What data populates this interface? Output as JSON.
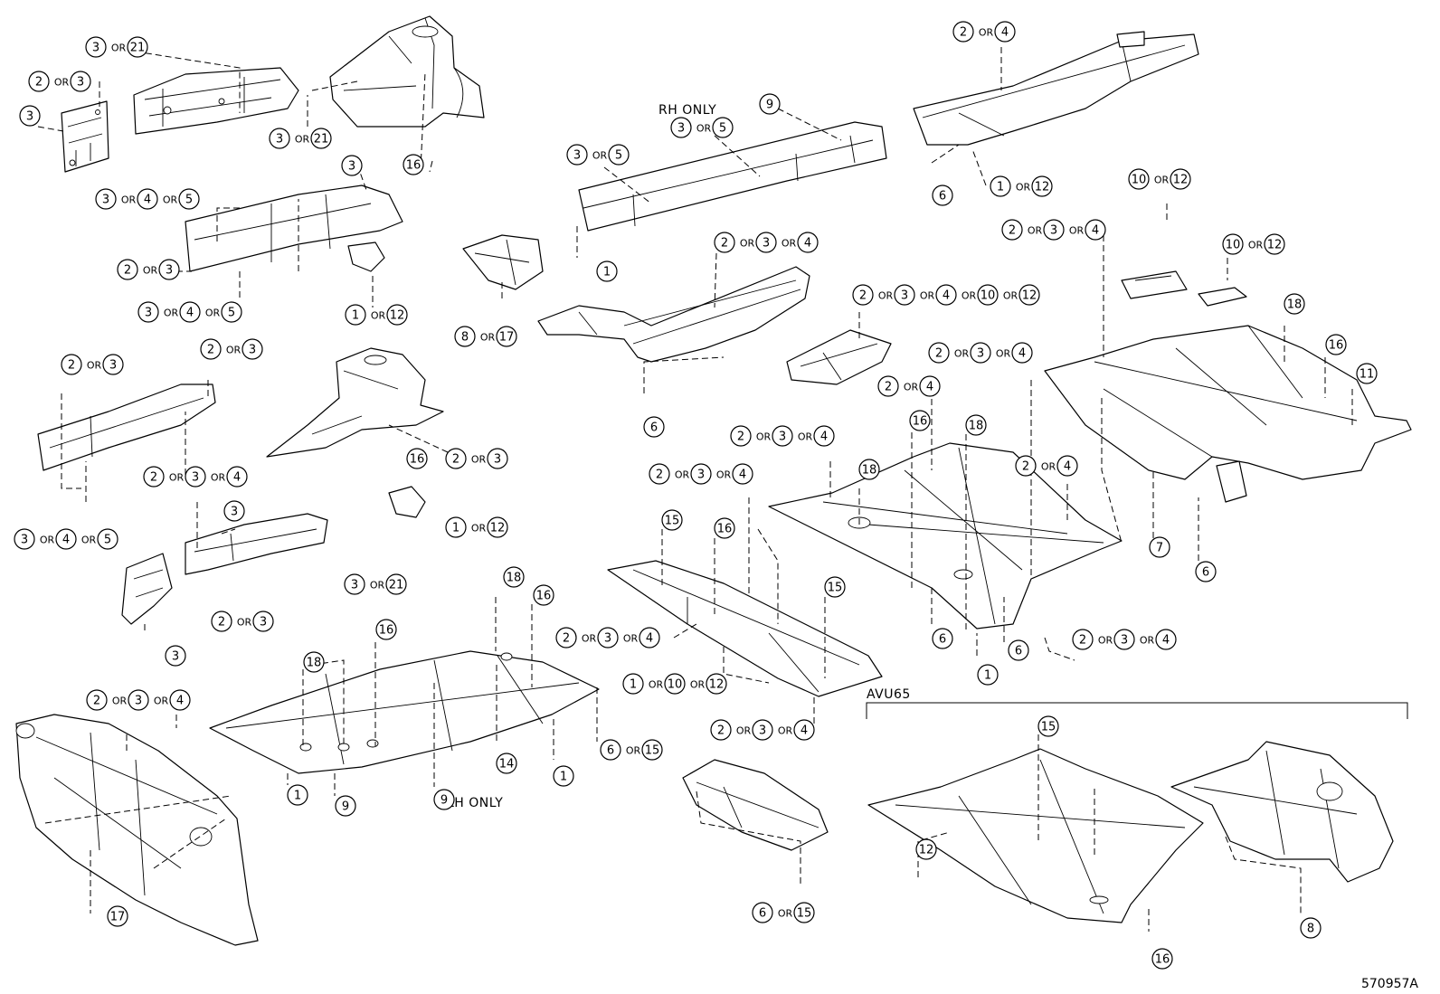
{
  "diagram_id": "570957A",
  "notes": {
    "rh_only": "RH ONLY",
    "lh_only": "LH ONLY",
    "group_model": "AVU65"
  },
  "connector": "OR",
  "callouts": [
    {
      "parts": [
        "3",
        "21"
      ]
    },
    {
      "parts": [
        "2",
        "3"
      ]
    },
    {
      "parts": [
        "3"
      ]
    },
    {
      "parts": [
        "3",
        "21"
      ]
    },
    {
      "parts": [
        "16"
      ]
    },
    {
      "parts": [
        "3"
      ]
    },
    {
      "parts": [
        "3",
        "4",
        "5"
      ]
    },
    {
      "parts": [
        "2",
        "3"
      ]
    },
    {
      "parts": [
        "3",
        "4",
        "5"
      ]
    },
    {
      "parts": [
        "1",
        "12"
      ]
    },
    {
      "parts": [
        "2",
        "4"
      ]
    },
    {
      "parts": [
        "9"
      ]
    },
    {
      "parts": [
        "3",
        "5"
      ]
    },
    {
      "parts": [
        "3",
        "5"
      ]
    },
    {
      "parts": [
        "6"
      ]
    },
    {
      "parts": [
        "1",
        "12"
      ]
    },
    {
      "parts": [
        "10",
        "12"
      ]
    },
    {
      "parts": [
        "2",
        "3",
        "4"
      ]
    },
    {
      "parts": [
        "10",
        "12"
      ]
    },
    {
      "parts": [
        "1"
      ]
    },
    {
      "parts": [
        "2",
        "3",
        "4"
      ]
    },
    {
      "parts": [
        "8",
        "17"
      ]
    },
    {
      "parts": [
        "2",
        "3",
        "4",
        "10",
        "12"
      ]
    },
    {
      "parts": [
        "18"
      ]
    },
    {
      "parts": [
        "16"
      ]
    },
    {
      "parts": [
        "11"
      ]
    },
    {
      "parts": [
        "2",
        "3"
      ]
    },
    {
      "parts": [
        "2",
        "3"
      ]
    },
    {
      "parts": [
        "6"
      ]
    },
    {
      "parts": [
        "2",
        "3",
        "4"
      ]
    },
    {
      "parts": [
        "2",
        "4"
      ]
    },
    {
      "parts": [
        "16"
      ]
    },
    {
      "parts": [
        "18"
      ]
    },
    {
      "parts": [
        "2",
        "3"
      ]
    },
    {
      "parts": [
        "16"
      ]
    },
    {
      "parts": [
        "2",
        "3",
        "4"
      ]
    },
    {
      "parts": [
        "2",
        "3",
        "4"
      ]
    },
    {
      "parts": [
        "18"
      ]
    },
    {
      "parts": [
        "2",
        "4"
      ]
    },
    {
      "parts": [
        "3"
      ]
    },
    {
      "parts": [
        "1",
        "12"
      ]
    },
    {
      "parts": [
        "3",
        "4",
        "5"
      ]
    },
    {
      "parts": [
        "2",
        "3",
        "4"
      ]
    },
    {
      "parts": [
        "7"
      ]
    },
    {
      "parts": [
        "6"
      ]
    },
    {
      "parts": [
        "15"
      ]
    },
    {
      "parts": [
        "16"
      ]
    },
    {
      "parts": [
        "3",
        "21"
      ]
    },
    {
      "parts": [
        "2",
        "3"
      ]
    },
    {
      "parts": [
        "3"
      ]
    },
    {
      "parts": [
        "18"
      ]
    },
    {
      "parts": [
        "16"
      ]
    },
    {
      "parts": [
        "15"
      ]
    },
    {
      "parts": [
        "2",
        "3",
        "4"
      ]
    },
    {
      "parts": [
        "1",
        "10",
        "12"
      ]
    },
    {
      "parts": [
        "6"
      ]
    },
    {
      "parts": [
        "6"
      ]
    },
    {
      "parts": [
        "1"
      ]
    },
    {
      "parts": [
        "2",
        "3",
        "4"
      ]
    },
    {
      "parts": [
        "18"
      ]
    },
    {
      "parts": [
        "16"
      ]
    },
    {
      "parts": [
        "2",
        "3",
        "4"
      ]
    },
    {
      "parts": [
        "6",
        "15"
      ]
    },
    {
      "parts": [
        "14"
      ]
    },
    {
      "parts": [
        "1"
      ]
    },
    {
      "parts": [
        "1"
      ]
    },
    {
      "parts": [
        "9"
      ]
    },
    {
      "parts": [
        "9"
      ]
    },
    {
      "parts": [
        "2",
        "3",
        "4"
      ]
    },
    {
      "parts": [
        "15"
      ]
    },
    {
      "parts": [
        "12"
      ]
    },
    {
      "parts": [
        "17"
      ]
    },
    {
      "parts": [
        "6",
        "15"
      ]
    },
    {
      "parts": [
        "8"
      ]
    },
    {
      "parts": [
        "16"
      ]
    }
  ]
}
